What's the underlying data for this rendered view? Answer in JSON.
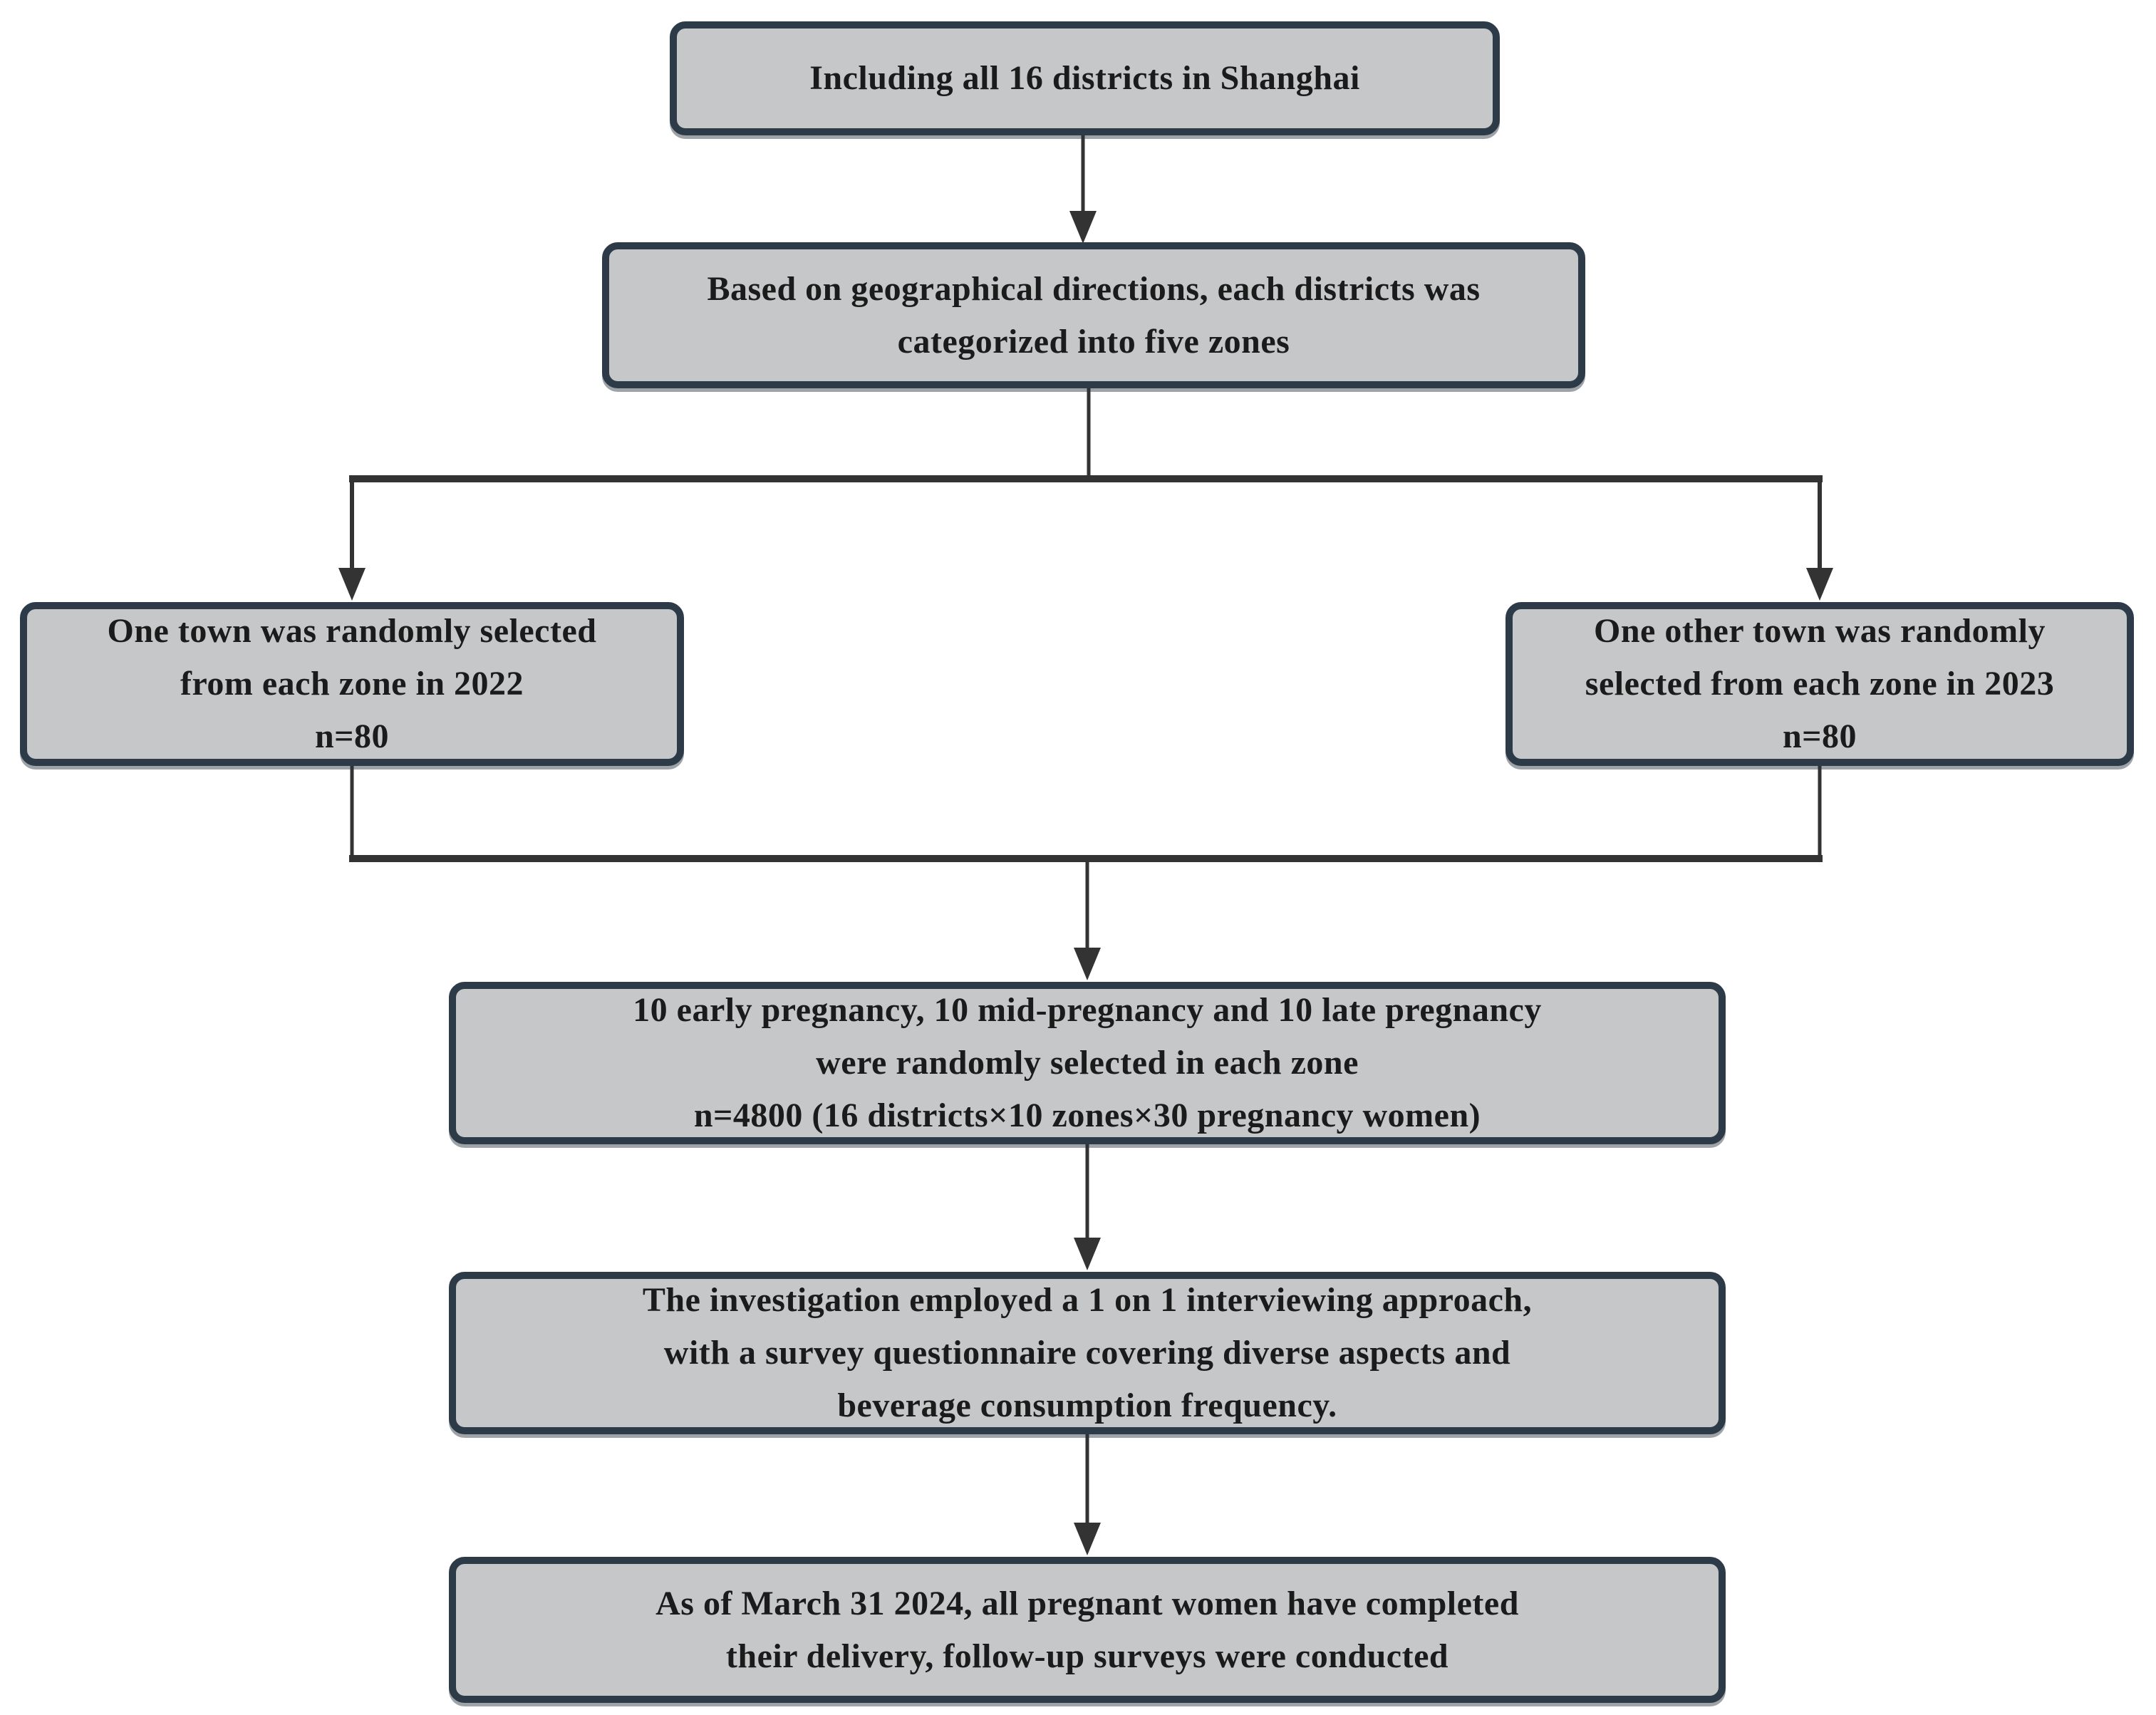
{
  "diagram": {
    "type": "flowchart",
    "colors": {
      "background": "#ffffff",
      "box_fill": "#c6c7c8",
      "box_border": "#2d3a47",
      "line": "#333333",
      "text": "#1b1b1b"
    },
    "nodes": [
      {
        "id": "districts",
        "lines": [
          "Including all 16 districts in Shanghai"
        ]
      },
      {
        "id": "zones",
        "lines": [
          "Based on geographical directions, each districts was",
          "categorized into five zones"
        ]
      },
      {
        "id": "town-2022",
        "lines": [
          "One town was randomly selected",
          "from each zone in 2022",
          "n=80"
        ]
      },
      {
        "id": "town-2023",
        "lines": [
          "One other town was randomly",
          "selected from each zone in 2023",
          "n=80"
        ]
      },
      {
        "id": "pregnancy-sample",
        "lines": [
          "10 early pregnancy, 10 mid-pregnancy and 10 late pregnancy",
          "were randomly selected in each zone",
          "n=4800 (16 districts×10 zones×30 pregnancy women)"
        ]
      },
      {
        "id": "interview-method",
        "lines": [
          "The investigation employed a 1 on 1 interviewing approach,",
          "with a survey questionnaire covering diverse aspects and",
          "beverage consumption frequency."
        ]
      },
      {
        "id": "followup-survey",
        "lines": [
          "As of March 31 2024, all pregnant women have completed",
          "their delivery, follow-up surveys were conducted"
        ]
      }
    ]
  }
}
